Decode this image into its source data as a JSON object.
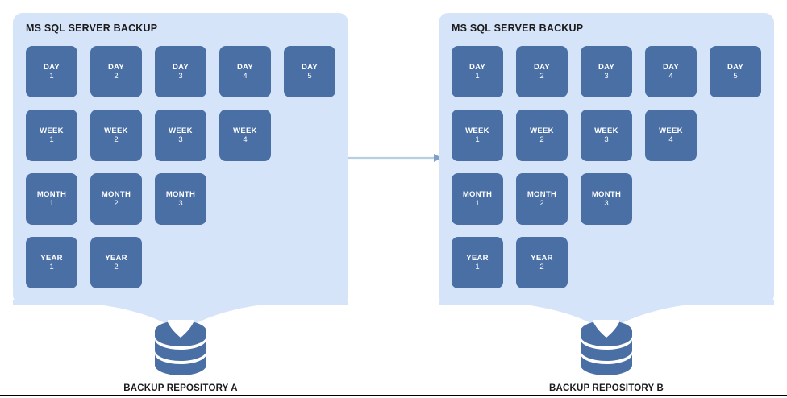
{
  "diagram": {
    "type": "backup-retention-copy",
    "background_color": "#ffffff",
    "panel_color": "#d6e4fa",
    "tile_color": "#4a6fa5",
    "tile_text_color": "#ffffff",
    "arrow_color": "#b9cde4",
    "db_color": "#4a6fa5",
    "rule_color": "#000000"
  },
  "groups": [
    {
      "id": "repository-a",
      "panel_title": "MS SQL SERVER BACKUP",
      "repo_label": "BACKUP REPOSITORY A",
      "rows": [
        {
          "name": "daily",
          "tiles": [
            {
              "label": "DAY",
              "num": "1"
            },
            {
              "label": "DAY",
              "num": "2"
            },
            {
              "label": "DAY",
              "num": "3"
            },
            {
              "label": "DAY",
              "num": "4"
            },
            {
              "label": "DAY",
              "num": "5"
            }
          ]
        },
        {
          "name": "weekly",
          "tiles": [
            {
              "label": "WEEK",
              "num": "1"
            },
            {
              "label": "WEEK",
              "num": "2"
            },
            {
              "label": "WEEK",
              "num": "3"
            },
            {
              "label": "WEEK",
              "num": "4"
            }
          ]
        },
        {
          "name": "monthly",
          "tiles": [
            {
              "label": "MONTH",
              "num": "1"
            },
            {
              "label": "MONTH",
              "num": "2"
            },
            {
              "label": "MONTH",
              "num": "3"
            }
          ]
        },
        {
          "name": "yearly",
          "tiles": [
            {
              "label": "YEAR",
              "num": "1"
            },
            {
              "label": "YEAR",
              "num": "2"
            }
          ]
        }
      ]
    },
    {
      "id": "repository-b",
      "panel_title": "MS SQL SERVER BACKUP",
      "repo_label": "BACKUP REPOSITORY B",
      "rows": [
        {
          "name": "daily",
          "tiles": [
            {
              "label": "DAY",
              "num": "1"
            },
            {
              "label": "DAY",
              "num": "2"
            },
            {
              "label": "DAY",
              "num": "3"
            },
            {
              "label": "DAY",
              "num": "4"
            },
            {
              "label": "DAY",
              "num": "5"
            }
          ]
        },
        {
          "name": "weekly",
          "tiles": [
            {
              "label": "WEEK",
              "num": "1"
            },
            {
              "label": "WEEK",
              "num": "2"
            },
            {
              "label": "WEEK",
              "num": "3"
            },
            {
              "label": "WEEK",
              "num": "4"
            }
          ]
        },
        {
          "name": "monthly",
          "tiles": [
            {
              "label": "MONTH",
              "num": "1"
            },
            {
              "label": "MONTH",
              "num": "2"
            },
            {
              "label": "MONTH",
              "num": "3"
            }
          ]
        },
        {
          "name": "yearly",
          "tiles": [
            {
              "label": "YEAR",
              "num": "1"
            },
            {
              "label": "YEAR",
              "num": "2"
            }
          ]
        }
      ]
    }
  ],
  "connector": {
    "name": "copy-arrow",
    "label": "",
    "direction": "left-to-right"
  }
}
